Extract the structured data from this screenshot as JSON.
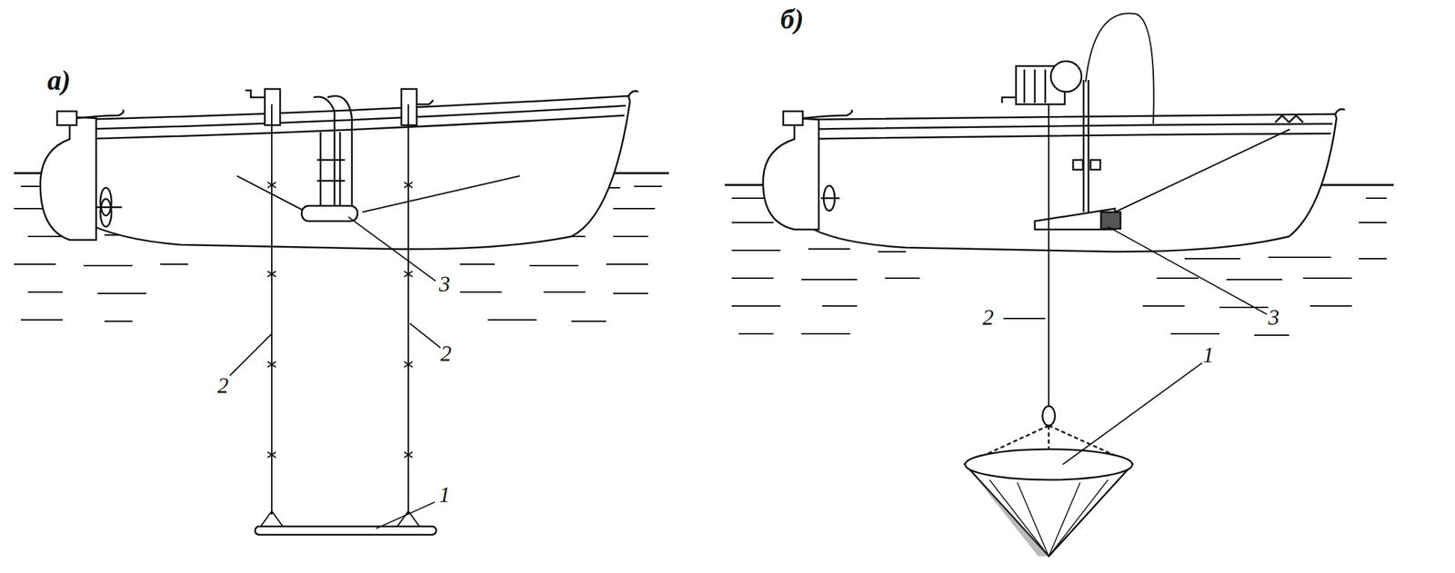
{
  "diagram": {
    "labels": [
      "а)",
      "1",
      "2",
      "2",
      "3",
      "б)",
      "1",
      "2",
      "3"
    ]
  }
}
